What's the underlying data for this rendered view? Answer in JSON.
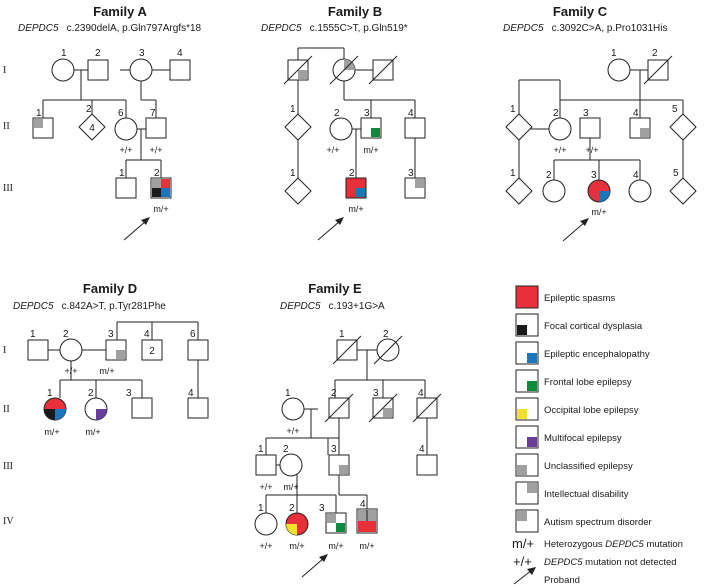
{
  "colors": {
    "epileptic_spasms": "#e8303a",
    "focal_cortical_dysplasia": "#1a1a1a",
    "epileptic_encephalopathy": "#1b76bc",
    "frontal_lobe_epilepsy": "#0d8a3c",
    "occipital_lobe_epilepsy": "#f2e02a",
    "multifocal_epilepsy": "#6a3d9a",
    "grey_trait": "#a0a0a0"
  },
  "families": [
    {
      "title": "Family A",
      "gene": "DEPDC5",
      "mutation": "c.2390delA, p.Gln797Argfs*18",
      "generations": [
        "I",
        "II",
        "III"
      ],
      "individuals": [
        {
          "id": "A-I-1",
          "num": "1",
          "sex": "f",
          "fill": []
        },
        {
          "id": "A-I-2",
          "num": "2",
          "sex": "m",
          "fill": []
        },
        {
          "id": "A-I-3",
          "num": "3",
          "sex": "f",
          "fill": []
        },
        {
          "id": "A-I-4",
          "num": "4",
          "sex": "m",
          "fill": []
        },
        {
          "id": "A-II-1",
          "num": "1",
          "sex": "m",
          "fill": [
            "tl-grey"
          ]
        },
        {
          "id": "A-II-2",
          "num": "2",
          "sex": "u",
          "inner": "4",
          "fill": []
        },
        {
          "id": "A-II-6",
          "num": "6",
          "sex": "f",
          "geno": "+/+",
          "fill": []
        },
        {
          "id": "A-II-7",
          "num": "7",
          "sex": "m",
          "geno": "+/+",
          "fill": []
        },
        {
          "id": "A-III-1",
          "num": "1",
          "sex": "m",
          "fill": []
        },
        {
          "id": "A-III-2",
          "num": "2",
          "sex": "m",
          "geno": "m/+",
          "proband": true,
          "fill": [
            "tl-grey",
            "tr-red",
            "bl-black",
            "br-blue"
          ]
        }
      ]
    },
    {
      "title": "Family B",
      "gene": "DEPDC5",
      "mutation": "c.1555C>T, p.Gln519*",
      "generations": [],
      "individuals": [
        {
          "id": "B-I-1",
          "num": "",
          "sex": "m",
          "deceased": true,
          "fill": [
            "br-grey"
          ]
        },
        {
          "id": "B-I-2",
          "num": "",
          "sex": "f",
          "deceased": true,
          "fill": [
            "tr-grey"
          ]
        },
        {
          "id": "B-I-3",
          "num": "",
          "sex": "m",
          "deceased": true,
          "fill": []
        },
        {
          "id": "B-II-1",
          "num": "1",
          "sex": "u",
          "fill": []
        },
        {
          "id": "B-II-2",
          "num": "2",
          "sex": "f",
          "geno": "+/+",
          "fill": []
        },
        {
          "id": "B-II-3",
          "num": "3",
          "sex": "m",
          "geno": "m/+",
          "fill": [
            "br-green"
          ]
        },
        {
          "id": "B-II-4",
          "num": "4",
          "sex": "m",
          "fill": []
        },
        {
          "id": "B-III-1",
          "num": "1",
          "sex": "u",
          "fill": []
        },
        {
          "id": "B-III-2",
          "num": "2",
          "sex": "m",
          "geno": "m/+",
          "proband": true,
          "fill": [
            "tl-red",
            "tr-red",
            "bl-red",
            "br-blue"
          ]
        },
        {
          "id": "B-III-3",
          "num": "3",
          "sex": "m",
          "fill": [
            "tr-grey"
          ]
        }
      ]
    },
    {
      "title": "Family C",
      "gene": "DEPDC5",
      "mutation": "c.3092C>A, p.Pro1031His",
      "generations": [],
      "individuals": [
        {
          "id": "C-I-1",
          "num": "1",
          "sex": "f",
          "fill": []
        },
        {
          "id": "C-I-2",
          "num": "2",
          "sex": "m",
          "deceased": true,
          "fill": []
        },
        {
          "id": "C-II-1",
          "num": "1",
          "sex": "u",
          "fill": []
        },
        {
          "id": "C-II-2",
          "num": "2",
          "sex": "f",
          "geno": "+/+",
          "fill": []
        },
        {
          "id": "C-II-3",
          "num": "3",
          "sex": "m",
          "geno": "+/+",
          "fill": []
        },
        {
          "id": "C-II-4",
          "num": "4",
          "sex": "m",
          "fill": [
            "br-grey"
          ]
        },
        {
          "id": "C-II-5",
          "num": "5",
          "sex": "u",
          "fill": []
        },
        {
          "id": "C-III-1",
          "num": "1",
          "sex": "u",
          "fill": []
        },
        {
          "id": "C-III-2",
          "num": "2",
          "sex": "f",
          "fill": []
        },
        {
          "id": "C-III-3",
          "num": "3",
          "sex": "f",
          "geno": "m/+",
          "proband": true,
          "fill": [
            "tl-red",
            "tr-red",
            "bl-red",
            "br-blue"
          ]
        },
        {
          "id": "C-III-4",
          "num": "4",
          "sex": "f",
          "fill": []
        },
        {
          "id": "C-III-5",
          "num": "5",
          "sex": "u",
          "fill": []
        }
      ]
    },
    {
      "title": "Family D",
      "gene": "DEPDC5",
      "mutation": "c.842A>T, p.Tyr281Phe",
      "generations": [
        "I",
        "II"
      ],
      "individuals": [
        {
          "id": "D-I-1",
          "num": "1",
          "sex": "m",
          "fill": []
        },
        {
          "id": "D-I-2",
          "num": "2",
          "sex": "f",
          "geno": "+/+",
          "fill": []
        },
        {
          "id": "D-I-3",
          "num": "3",
          "sex": "m",
          "geno": "m/+",
          "fill": [
            "br-grey"
          ]
        },
        {
          "id": "D-I-4",
          "num": "4",
          "sex": "m",
          "inner": "2",
          "fill": []
        },
        {
          "id": "D-I-6",
          "num": "6",
          "sex": "m",
          "fill": []
        },
        {
          "id": "D-II-1",
          "num": "1",
          "sex": "f",
          "geno": "m/+",
          "fill": [
            "tl-red",
            "tr-red",
            "bl-black",
            "br-blue"
          ]
        },
        {
          "id": "D-II-2",
          "num": "2",
          "sex": "f",
          "geno": "m/+",
          "fill": [
            "br-purple"
          ]
        },
        {
          "id": "D-II-3",
          "num": "3",
          "sex": "m",
          "fill": []
        },
        {
          "id": "D-II-4",
          "num": "4",
          "sex": "m",
          "fill": []
        }
      ]
    },
    {
      "title": "Family E",
      "gene": "DEPDC5",
      "mutation": "c.193+1G>A",
      "generations": [
        "III",
        "IV"
      ],
      "individuals": [
        {
          "id": "E-I-1",
          "num": "1",
          "sex": "m",
          "deceased": true,
          "fill": []
        },
        {
          "id": "E-I-2",
          "num": "2",
          "sex": "f",
          "deceased": true,
          "fill": []
        },
        {
          "id": "E-II-1",
          "num": "1",
          "sex": "f",
          "geno": "+/+",
          "fill": []
        },
        {
          "id": "E-II-2",
          "num": "2",
          "sex": "m",
          "deceased": true,
          "fill": []
        },
        {
          "id": "E-II-3",
          "num": "3",
          "sex": "m",
          "deceased": true,
          "fill": [
            "br-grey"
          ]
        },
        {
          "id": "E-II-4",
          "num": "4",
          "sex": "m",
          "deceased": true,
          "fill": []
        },
        {
          "id": "E-III-1",
          "num": "1",
          "sex": "m",
          "geno": "+/+",
          "fill": []
        },
        {
          "id": "E-III-2",
          "num": "2",
          "sex": "f",
          "geno": "m/+",
          "fill": []
        },
        {
          "id": "E-III-3",
          "num": "3",
          "sex": "m",
          "fill": [
            "br-grey"
          ]
        },
        {
          "id": "E-III-4",
          "num": "4",
          "sex": "m",
          "fill": []
        },
        {
          "id": "E-IV-1",
          "num": "1",
          "sex": "f",
          "geno": "+/+",
          "fill": []
        },
        {
          "id": "E-IV-2",
          "num": "2",
          "sex": "f",
          "geno": "m/+",
          "fill": [
            "tl-red",
            "tr-red",
            "bl-yellow",
            "br-red"
          ]
        },
        {
          "id": "E-IV-3",
          "num": "3",
          "sex": "m",
          "geno": "m/+",
          "proband": true,
          "fill": [
            "tl-grey",
            "br-green"
          ]
        },
        {
          "id": "E-IV-4",
          "num": "4",
          "sex": "m",
          "geno": "m/+",
          "fill": [
            "tl-grey",
            "tr-grey",
            "bl-red",
            "br-red"
          ]
        }
      ]
    }
  ],
  "generation_labels": [
    "I",
    "II",
    "III",
    "IV"
  ],
  "legend": {
    "items": [
      {
        "label": "Epileptic spasms",
        "swatch": "full-red"
      },
      {
        "label": "Focal cortical dysplasia",
        "swatch": "bl-black"
      },
      {
        "label": "Epileptic encephalopathy",
        "swatch": "br-blue"
      },
      {
        "label": "Frontal lobe epilepsy",
        "swatch": "br-green"
      },
      {
        "label": "Occipital lobe epilepsy",
        "swatch": "bl-yellow"
      },
      {
        "label": "Multifocal epilepsy",
        "swatch": "br-purple"
      },
      {
        "label": "Unclassified epilepsy",
        "swatch": "bl-grey"
      },
      {
        "label": "Intellectual disability",
        "swatch": "tr-grey"
      },
      {
        "label": "Autism spectrum disorder",
        "swatch": "tl-grey"
      }
    ],
    "heterozygous_symbol": "m/+",
    "heterozygous_pre": "Heterozygous ",
    "heterozygous_gene": "DEPDC5",
    "heterozygous_post": " mutation",
    "not_detected_symbol": "+/+",
    "not_detected_gene": "DEPDC5",
    "not_detected_post": " mutation not detected",
    "proband_label": "Proband"
  }
}
